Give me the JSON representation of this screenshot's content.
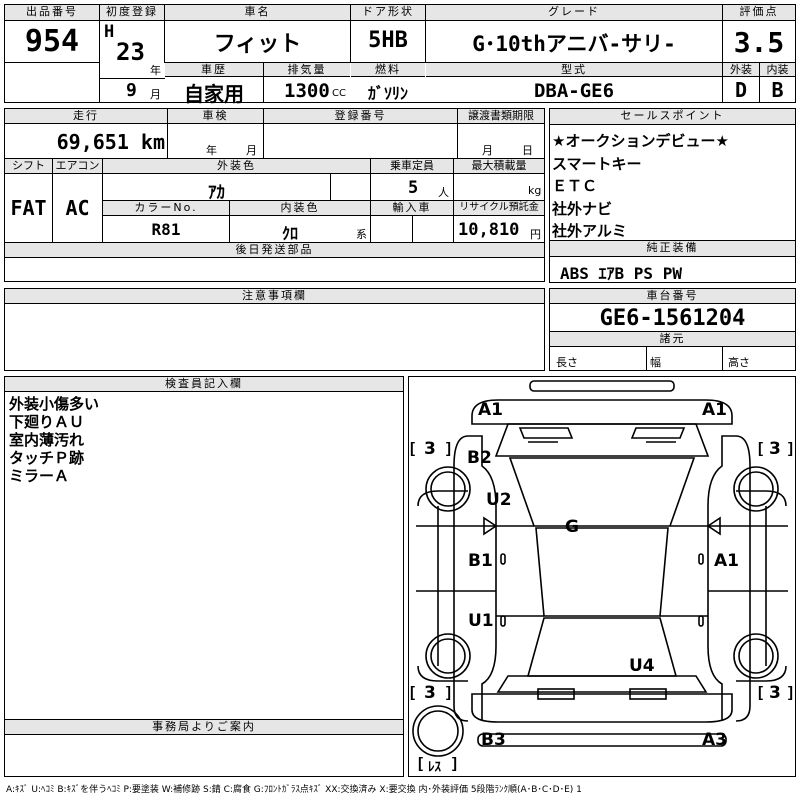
{
  "header_labels": {
    "lot_no": "出品番号",
    "first_reg": "初度登録",
    "car_name": "車名",
    "door": "ドア形状",
    "grade": "グレード",
    "score": "評価点",
    "history": "車歴",
    "displacement": "排気量",
    "fuel": "燃料",
    "model_code": "型式",
    "ext_score": "外装",
    "int_score": "内装",
    "mileage": "走行",
    "inspection": "車検",
    "reg_no": "登録番号",
    "transfer_docs": "譲渡書類期限",
    "sales_points": "セールスポイント",
    "shift": "シフト",
    "ac": "エアコン",
    "ext_color": "外装色",
    "capacity": "乗車定員",
    "max_load": "最大積載量",
    "color_no": "カラーNo.",
    "int_color": "内装色",
    "import": "輸入車",
    "recycle": "リサイクル預託金",
    "later_parts": "後日発送部品",
    "genuine_equip": "純正装備",
    "cautions": "注意事項欄",
    "chassis_no": "車台番号",
    "specs": "諸元",
    "inspector_notes": "検査員記入欄",
    "office_notice": "事務局よりご案内"
  },
  "values": {
    "lot_no": "954",
    "era": "H",
    "year": "23",
    "year_unit": "年",
    "month": "9",
    "month_unit": "月",
    "car_name": "フィット",
    "door": "5HB",
    "grade": "G･10thアニバ-サリ-",
    "score": "3.5",
    "history": "自家用",
    "displacement": "1300",
    "displacement_unit": "CC",
    "fuel": "ｶﾞｿﾘﾝ",
    "model_code": "DBA-GE6",
    "ext_score": "D",
    "int_score": "B",
    "mileage": "69,651",
    "mileage_unit": "km",
    "inspection_year_unit": "年",
    "inspection_month_unit": "月",
    "transfer_month_unit": "月",
    "transfer_day_unit": "日",
    "shift": "FAT",
    "ac": "AC",
    "ext_color": "ｱｶ",
    "capacity": "5",
    "capacity_unit": "人",
    "max_load_unit": "kg",
    "color_no": "R81",
    "int_color": "ｸﾛ",
    "int_color_unit": "系",
    "recycle": "10,810",
    "recycle_unit": "円",
    "genuine_equip": "ABS ｴｱB PS PW",
    "chassis_no": "GE6-1561204",
    "spec_length": "長さ",
    "spec_width": "幅",
    "spec_height": "高さ"
  },
  "sales_points": [
    "★オークションデビュー★",
    "スマートキー",
    "ＥＴＣ",
    "社外ナビ",
    "社外アルミ"
  ],
  "inspector_notes": [
    "外装小傷多い",
    "下廻りＡＵ",
    "室内薄汚れ",
    "タッチＰ跡",
    "ミラーＡ"
  ],
  "diagram_labels": {
    "front_left": "A1",
    "front_right": "A1",
    "fender_left": "B2",
    "door_left_front": "U2",
    "roof": "G",
    "door_left_rear_b": "B1",
    "door_right": "A1",
    "door_left_rear_u": "U1",
    "rear_panel": "U4",
    "rear_left": "B3",
    "rear_right": "A3",
    "tire_fl": "3",
    "tire_fr": "3",
    "tire_rl": "3",
    "tire_rr": "3",
    "spare": "ﾚｽ"
  },
  "legend": "A:ｷｽﾞ U:ﾍｺﾐ B:ｷｽﾞを伴うﾍｺﾐ P:要塗装 W:補修跡 S:錆 C:腐食 G:ﾌﾛﾝﾄｶﾞﾗｽ点ｷｽﾞ XX:交換済み X:要交換  内･外装評価  5段階ﾗﾝｸ順(A･B･C･D･E) 1"
}
